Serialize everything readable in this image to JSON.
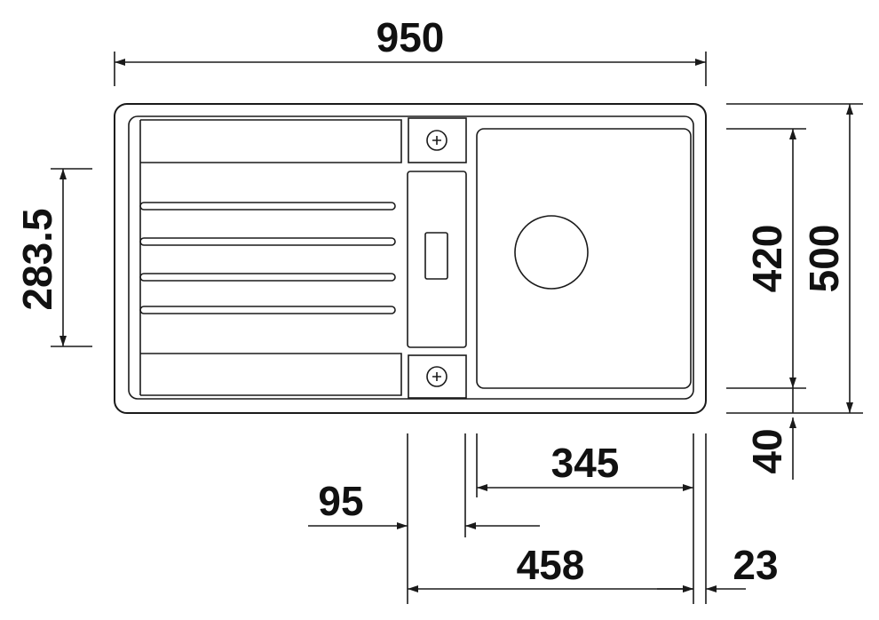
{
  "dimensions": {
    "overall_width": "950",
    "overall_depth": "500",
    "bowl_depth": "420",
    "rim_front": "40",
    "drainer_depth": "283.5",
    "bowl_width": "345",
    "tap_strip": "95",
    "bowl_plus_strip": "458",
    "rim_side": "23"
  },
  "colors": {
    "line": "#1a1a1a",
    "background": "#ffffff"
  }
}
